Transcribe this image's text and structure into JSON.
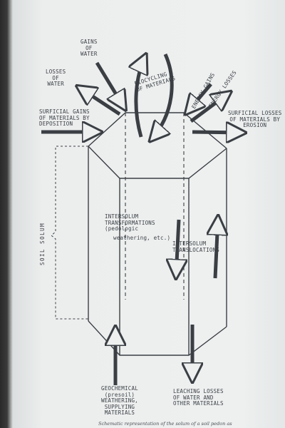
{
  "labels": {
    "gains_of_water": [
      "GAINS",
      "OF",
      "WATER"
    ],
    "losses_of_water": [
      "LOSSES",
      "OF",
      "WATER"
    ],
    "biocycling": [
      "BIOCYCLING",
      "OF MATERIALS"
    ],
    "energy_gains": "ENERGY GAINS",
    "energy_losses": "ENERGY LOSSES",
    "surficial_gains": [
      "SURFICIAL GAINS",
      "OF MATERIALS BY",
      "DEPOSITION"
    ],
    "surficial_losses": [
      "SURFICIAL LOSSES",
      "OF MATERIALS BY",
      "EROSION"
    ],
    "soil_solum": "SOIL SOLUM",
    "intersolum_transformations": [
      "INTERSOLUM",
      "TRANSFORMATIONS",
      "(pedologic",
      "weathering, etc.)"
    ],
    "intersolum_translocations": [
      "INTERSOLUM",
      "TRANSLOCATIONS"
    ],
    "geochemical": [
      "GEOCHEMICAL",
      "(presoil)",
      "WEATHERING,",
      "SUPPLYING",
      "MATERIALS"
    ],
    "leaching": [
      "LEACHING LOSSES",
      "OF WATER AND",
      "OTHER MATERIALS"
    ]
  },
  "caption": "Schematic representation of the solum of a soil pedon as"
}
